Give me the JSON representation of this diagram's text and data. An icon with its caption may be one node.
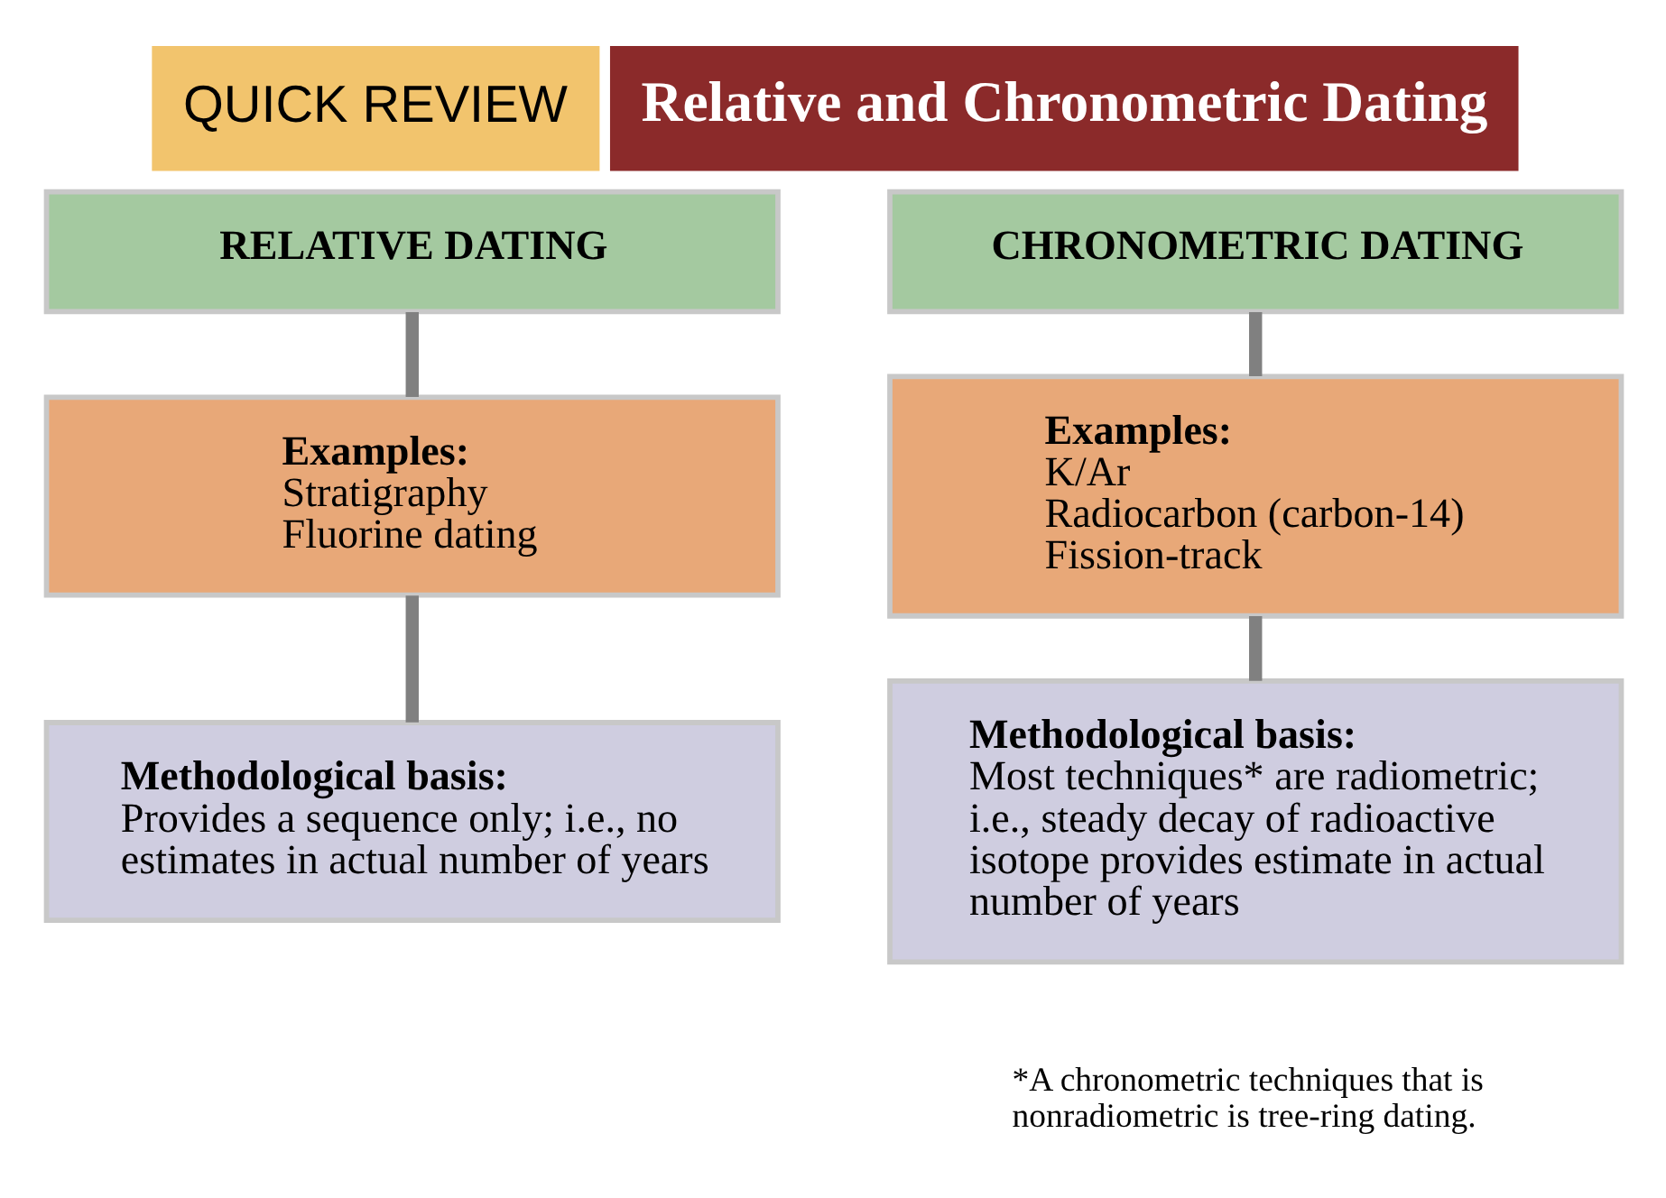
{
  "diagram": {
    "title": "Relative and Chronometric Dating",
    "nodes": [
      {
        "text": [
          "RELATIVE DATING"
        ]
      },
      {
        "text": [
          "Examples:",
          "Stratigraphy",
          "Fluorine dating"
        ]
      },
      {
        "text": [
          "Methodological basis:",
          "Provides a sequence only; i.e., no estimates in actual number of years"
        ]
      },
      {
        "text": [
          "CHRONOMETRIC DATING"
        ]
      },
      {
        "text": [
          "Examples:",
          "K/Ar",
          "Radiocarbon (carbon-14)",
          "Fission-track"
        ]
      },
      {
        "text": [
          "Methodological basis:",
          "Most techniques* are radiometric; i.e., steady decay of radioactive isotope provides estimate in actual number of years"
        ]
      }
    ],
    "edges": [
      {
        "from": 0,
        "to": 1,
        "arrow": "none"
      },
      {
        "from": 1,
        "to": 2,
        "arrow": "none"
      },
      {
        "from": 3,
        "to": 4,
        "arrow": "none"
      },
      {
        "from": 4,
        "to": 5,
        "arrow": "none"
      }
    ],
    "labels": [
      "QUICK REVIEW",
      "*A chronometric techniques that is nonradiometric is tree-ring dating."
    ]
  }
}
